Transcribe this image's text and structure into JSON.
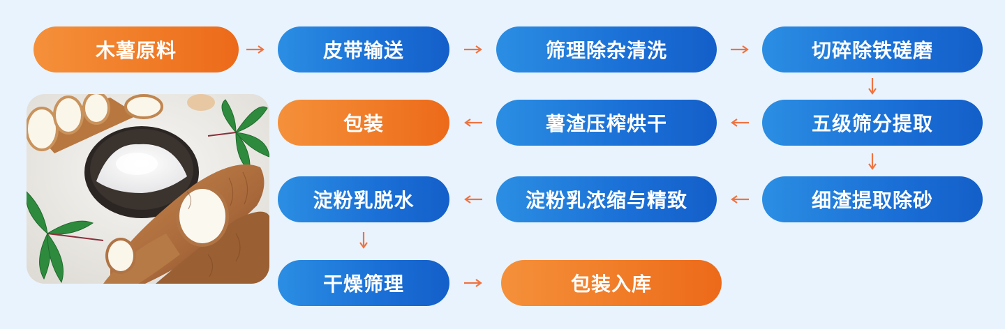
{
  "steps": {
    "s1": "木薯原料",
    "s2": "皮带输送",
    "s3": "筛理除杂清洗",
    "s4": "切碎除铁磋磨",
    "s5": "五级筛分提取",
    "s6": "薯渣压榨烘干",
    "s7": "包装",
    "s8": "细渣提取除砂",
    "s9": "淀粉乳浓缩与精致",
    "s10": "淀粉乳脱水",
    "s11": "干燥筛理",
    "s12": "包装入库"
  },
  "colors": {
    "background": "#e9f3fd",
    "blue_step": "#1a6fd6",
    "orange_step": "#f07a26",
    "arrow": "#ef7340"
  },
  "image": {
    "name": "cassava-starch-photo"
  }
}
